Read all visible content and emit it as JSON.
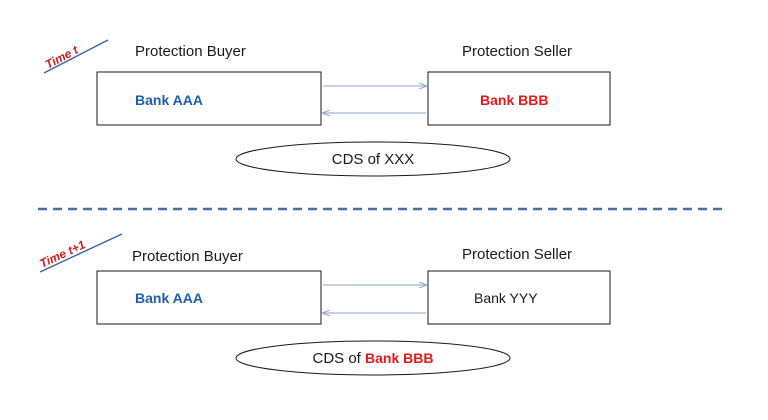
{
  "colors": {
    "blue_text": "#1f5fa8",
    "red_text": "#e01b1b",
    "arrow": "#8aa7cf",
    "dashed_divider": "#4a6fa6",
    "time_underline": "#3a62b0"
  },
  "panel_t": {
    "time_label": "Time t",
    "buyer_header": "Protection Buyer",
    "seller_header": "Protection Seller",
    "buyer_name": "Bank AAA",
    "seller_name": "Bank BBB",
    "contract_prefix": "CDS  of  XXX",
    "contract_highlight": ""
  },
  "panel_t1": {
    "time_label": "Time t+1",
    "buyer_header": "Protection Buyer",
    "seller_header": "Protection Seller",
    "buyer_name": "Bank AAA",
    "seller_name": "Bank YYY",
    "contract_prefix": "CDS of ",
    "contract_highlight": "Bank BBB"
  }
}
